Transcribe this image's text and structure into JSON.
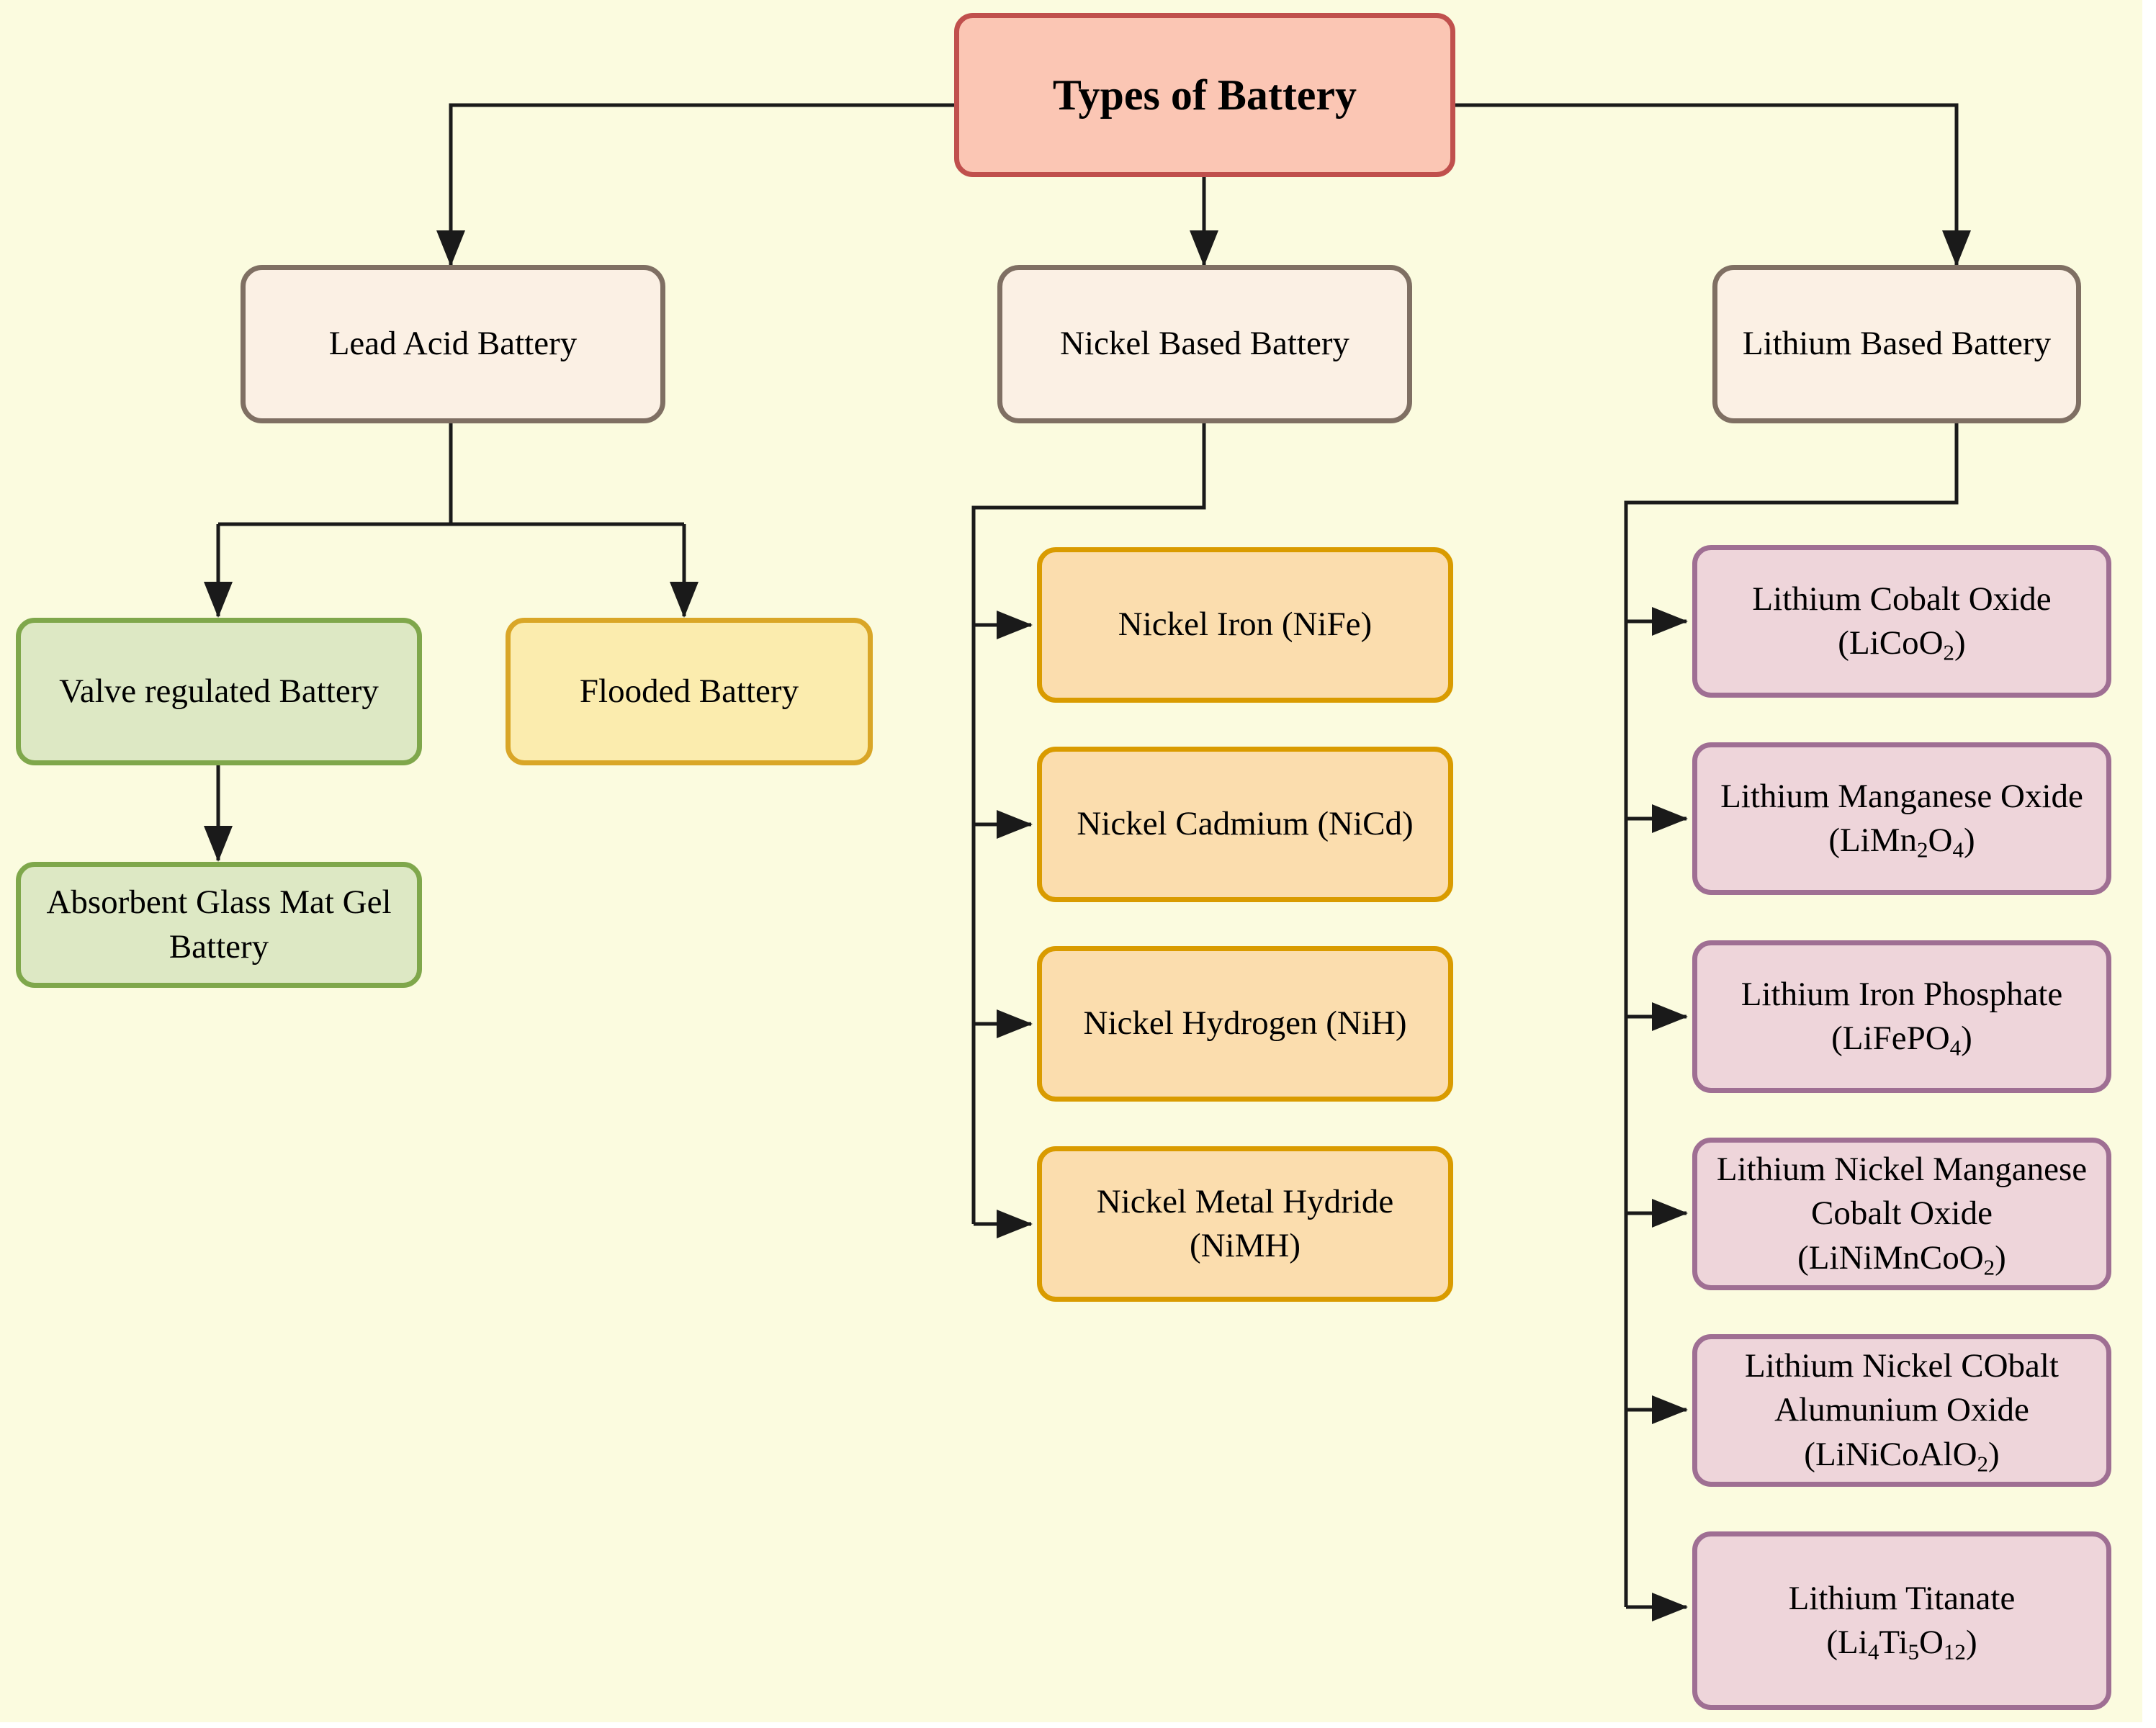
{
  "diagram": {
    "title": "Types of Battery",
    "type": "hierarchy-tree",
    "background_color": "#fbfbdf",
    "edge_color": "#1a1a1a"
  },
  "root": {
    "label": "Types of Battery",
    "fill": "#fbc6b4",
    "stroke": "#c0504d"
  },
  "categories": [
    {
      "label": "Lead Acid Battery",
      "fill": "#fbf0e4",
      "stroke": "#7f6f63"
    },
    {
      "label": "Nickel Based Battery",
      "fill": "#fbf0e4",
      "stroke": "#7f6f63"
    },
    {
      "label": "Lithium Based Battery",
      "fill": "#fbf0e4",
      "stroke": "#7f6f63"
    }
  ],
  "lead_acid_children": [
    {
      "label": "Valve regulated Battery",
      "fill": "#dde8c4",
      "stroke": "#7fa74b"
    },
    {
      "label": "Flooded Battery",
      "fill": "#fbecae",
      "stroke": "#d9a627"
    }
  ],
  "valve_regulated_children": [
    {
      "label": "Absorbent Glass Mat Gel Battery",
      "fill": "#dde8c4",
      "stroke": "#7fa74b"
    }
  ],
  "nickel_children": [
    {
      "name": "Nickel Iron",
      "formula": "(NiFe)",
      "label": "Nickel Iron (NiFe)",
      "fill": "#fbddae",
      "stroke": "#d99b00"
    },
    {
      "name": "Nickel Cadmium",
      "formula": "(NiCd)",
      "label": "Nickel Cadmium (NiCd)",
      "fill": "#fbddae",
      "stroke": "#d99b00"
    },
    {
      "name": "Nickel Hydrogen",
      "formula": "(NiH)",
      "label": "Nickel Hydrogen (NiH)",
      "fill": "#fbddae",
      "stroke": "#d99b00"
    },
    {
      "name": "Nickel Metal Hydride",
      "formula": "(NiMH)",
      "label": "Nickel Metal Hydride (NiMH)",
      "fill": "#fbddae",
      "stroke": "#d99b00"
    }
  ],
  "lithium_children": [
    {
      "name": "Lithium Cobalt Oxide",
      "formula_html": "(LiCoO<sub>2</sub>)",
      "formula_text": "(LiCoO2)",
      "fill": "#eed5da",
      "stroke": "#9f6f93"
    },
    {
      "name": "Lithium Manganese Oxide",
      "formula_html": "(LiMn<sub>2</sub>O<sub>4</sub>)",
      "formula_text": "(LiMn2O4)",
      "fill": "#eed5da",
      "stroke": "#9f6f93"
    },
    {
      "name": "Lithium Iron Phosphate",
      "formula_html": "(LiFePO<sub>4</sub>)",
      "formula_text": "(LiFePO4)",
      "fill": "#eed5da",
      "stroke": "#9f6f93"
    },
    {
      "name": "Lithium Nickel Manganese Cobalt Oxide",
      "formula_html": "(LiNiMnCoO<sub>2</sub>)",
      "formula_text": "(LiNiMnCoO2)",
      "fill": "#eed5da",
      "stroke": "#9f6f93"
    },
    {
      "name": "Lithium Nickel CObalt Alumunium Oxide",
      "formula_html": "(LiNiCoAlO<sub>2</sub>)",
      "formula_text": "(LiNiCoAlO2)",
      "fill": "#eed5da",
      "stroke": "#9f6f93"
    },
    {
      "name": "Lithium Titanate",
      "formula_html": "(Li<sub>4</sub>Ti<sub>5</sub>O<sub>12</sub>)",
      "formula_text": "(Li4Ti5O12)",
      "fill": "#eed5da",
      "stroke": "#9f6f93"
    }
  ]
}
